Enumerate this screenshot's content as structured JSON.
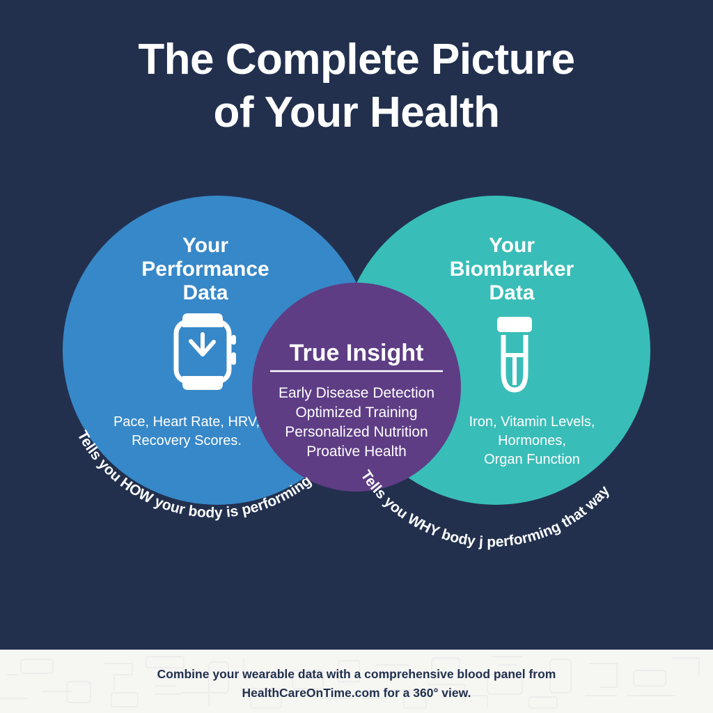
{
  "title": {
    "line1": "The Complete Picture",
    "line2": "of Your Health"
  },
  "colors": {
    "background": "#22304e",
    "left_circle": "#3788c8",
    "right_circle": "#39bdb8",
    "center_circle": "#5e3d85",
    "text": "#ffffff",
    "footer_background": "#f6f6f3",
    "footer_text": "#22304e"
  },
  "left_circle": {
    "heading_line1": "Your",
    "heading_line2": "Performance",
    "heading_line3": "Data",
    "icon": "smartwatch-icon",
    "body_line1": "Pace, Heart Rate, HRV,",
    "body_line2": "Recovery Scores.",
    "arc_caption": "Tells you HOW your body is performing"
  },
  "right_circle": {
    "heading_line1": "Your",
    "heading_line2": "Biombrarker",
    "heading_line3": "Data",
    "icon": "test-tube-icon",
    "body_line1": "Iron, Vitamin Levels,",
    "body_line2": "Hormones,",
    "body_line3": "Organ Function",
    "arc_caption": "Tells you WHY body j performing that way"
  },
  "center_circle": {
    "heading": "True Insight",
    "items": [
      "Early Disease Detection",
      "Optimized Training",
      "Personalized Nutrition",
      "Proative Health"
    ]
  },
  "footer": {
    "line1": "Combine your wearable data with a comprehensive blood panel from",
    "line2": "HealthCareOnTime.com for a 360° view."
  }
}
